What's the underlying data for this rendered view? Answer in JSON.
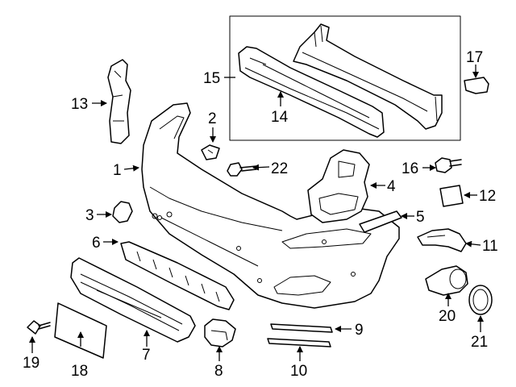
{
  "callouts": {
    "c1": "1",
    "c2": "2",
    "c3": "3",
    "c4": "4",
    "c5": "5",
    "c6": "6",
    "c7": "7",
    "c8": "8",
    "c9": "9",
    "c10": "10",
    "c11": "11",
    "c12": "12",
    "c13": "13",
    "c14": "14",
    "c15": "15",
    "c16": "16",
    "c17": "17",
    "c18": "18",
    "c19": "19",
    "c20": "20",
    "c21": "21",
    "c22": "22"
  },
  "colors": {
    "line": "#000000",
    "background": "#ffffff"
  }
}
